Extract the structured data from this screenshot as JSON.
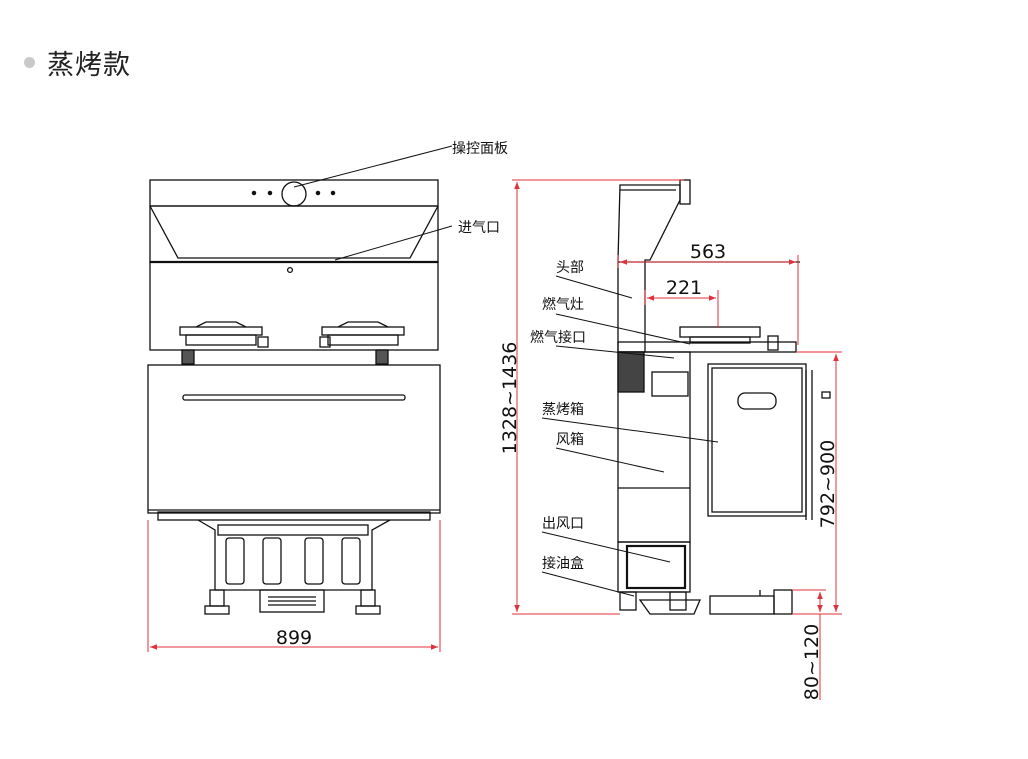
{
  "header": {
    "title": "蒸烤款"
  },
  "colors": {
    "dimension": "#e0323a",
    "outline": "#111111",
    "bullet": "#c9c9c9"
  },
  "front_view": {
    "labels": {
      "control_panel": "操控面板",
      "air_inlet": "进气口"
    },
    "dimensions": {
      "width": "899"
    }
  },
  "side_view": {
    "labels": {
      "head": "头部",
      "gas_stove": "燃气灶",
      "gas_connector": "燃气接口",
      "steam_oven": "蒸烤箱",
      "fan_box": "风箱",
      "air_outlet": "出风口",
      "oil_box": "接油盒"
    },
    "dimensions": {
      "height_total": "1328~1436",
      "depth_top": "563",
      "burner_offset": "221",
      "counter_height": "792~900",
      "foot_height": "80~120"
    }
  }
}
